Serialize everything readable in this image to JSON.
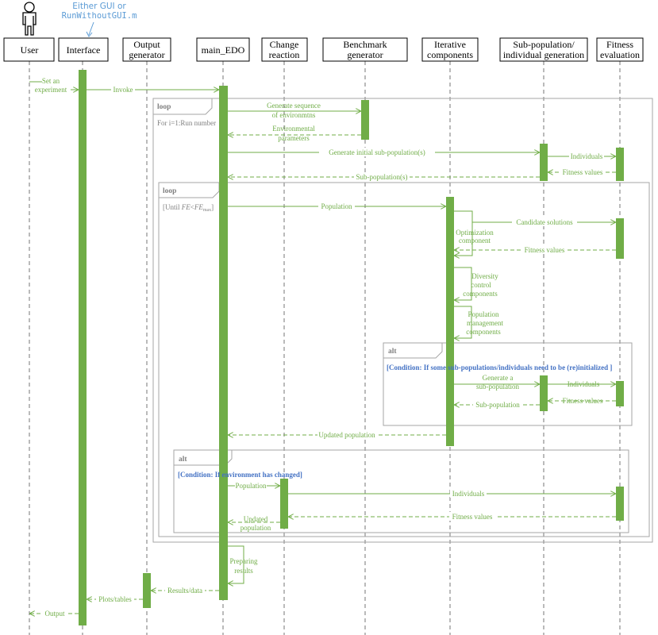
{
  "actor": {
    "label": "User"
  },
  "note": {
    "line1": "Either GUI or",
    "line2": "RunWithoutGUI.m"
  },
  "lifelines": [
    {
      "line1": "Interface"
    },
    {
      "line1": "Output",
      "line2": "generator"
    },
    {
      "line1": "main_EDO"
    },
    {
      "line1": "Change",
      "line2": "reaction"
    },
    {
      "line1": "Benchmark",
      "line2": "generator"
    },
    {
      "line1": "Iterative",
      "line2": "components"
    },
    {
      "line1": "Sub-population/",
      "line2": "individual generation"
    },
    {
      "line1": "Fitness",
      "line2": "evaluation"
    }
  ],
  "messages": {
    "set_experiment_1": "Set an",
    "set_experiment_2": "experiment",
    "invoke": "Invoke",
    "gen_seq_1": "Generate sequence",
    "gen_seq_2": "of environmtns",
    "env_params_1": "Environmental",
    "env_params_2": "parameters",
    "gen_initial": "Generate initial sub-population(s)",
    "individuals_1": "Individuals",
    "fitness_values_1": "Fitness values",
    "subpops": "Sub-population(s)",
    "population_1": "Population",
    "candidate": "Candidate solutions",
    "opt_1": "Optimization",
    "opt_2": "component",
    "fitness_values_2": "Fitness values",
    "div_1": "Diversity",
    "div_2": "control",
    "div_3": "components",
    "pm_1": "Population",
    "pm_2": "management",
    "pm_3": "components",
    "gen_sub_1": "Generate a",
    "gen_sub_2": "sub-population",
    "individuals_2": "Individuals",
    "fitness_values_3": "Fitness values",
    "subpop_ret": "Sub-population",
    "updated_pop": "Updated population",
    "population_2": "Population",
    "individuals_3": "Individuals",
    "upd_pop_1": "Updated",
    "upd_pop_2": "population",
    "fitness_values_4": "Fitness values",
    "prep_1": "Preparing",
    "prep_2": "results",
    "results": "Results/data",
    "plots": "Plots/tables",
    "output": "Output"
  },
  "fragments": {
    "loop_outer_tag": "loop",
    "loop_outer_guard": "For i=1:Run number",
    "loop_inner_tag": "loop",
    "loop_inner_guard_pre": "[Until ",
    "loop_inner_guard_var": "FE",
    "loop_inner_guard_lt": "<",
    "loop_inner_guard_var2": "FE",
    "loop_inner_guard_sub": "max",
    "loop_inner_guard_post": "]",
    "alt_inner_tag": "alt",
    "alt_inner_cond": "[Condition: If some sub-populations/individuals need to be (re)initialized ]",
    "alt_outer_tag": "alt",
    "alt_outer_cond": "[Condition: If environment has changed]"
  },
  "colors": {
    "green": "#70AD47",
    "frame": "#A6A6A6",
    "condition": "#4472C4",
    "note": "#5B9BD5"
  }
}
